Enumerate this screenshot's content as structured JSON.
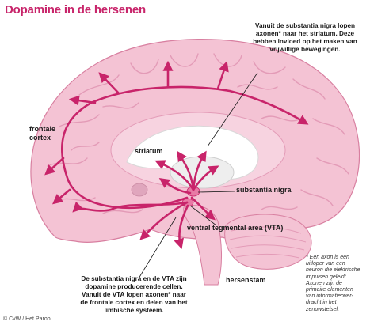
{
  "title": "Dopamine in de hersenen",
  "labels": {
    "frontal_cortex": [
      "frontale",
      "cortex"
    ],
    "striatum": "striatum",
    "substantia_nigra": "substantia nigra",
    "vta": "ventral tegmental area (VTA)",
    "brainstem": "hersenstam"
  },
  "callouts": {
    "top": [
      "Vanuit de substantia nigra lopen",
      "axonen* naar het striatum. Deze",
      "hebben invloed op het maken van",
      "vrijwillige bewegingen."
    ],
    "bottom": [
      "De substantia nigra en de VTA zijn",
      "dopamine producerende cellen.",
      "Vanuit de VTA lopen axonen* naar",
      "de frontale cortex en delen van het",
      "limbische systeem."
    ]
  },
  "footnote": [
    "* Een axon is een",
    "uitloper van een",
    "neuron die elektrische",
    "impulsen geleidt.",
    "Axonen zijn de",
    "primaire elementen",
    "van informatieover-",
    "dracht in het",
    "zenuwstelsel."
  ],
  "credit": "© CvW / Het Parool",
  "colors": {
    "brain": "#f4c3d4",
    "brain_stroke": "#d87fa0",
    "pathway": "#c8246a",
    "title": "#c8246a"
  }
}
